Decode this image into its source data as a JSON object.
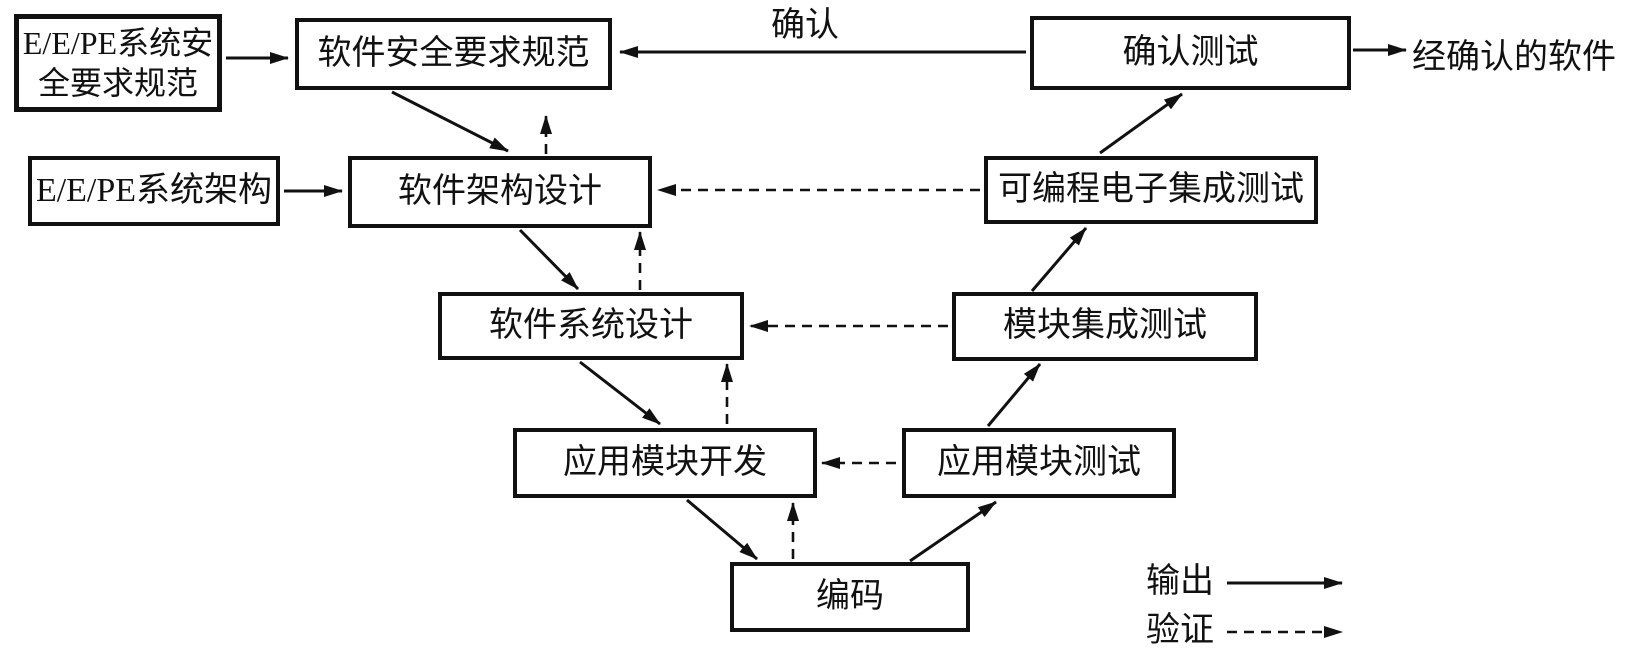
{
  "diagram_title": "software-safety-lifecycle-v-model",
  "nodes": {
    "eepe_system_safety_req": "E/E/PE系统安\n全要求规范",
    "sw_safety_req": "软件安全要求规范",
    "validation_test": "确认测试",
    "validated_software": "经确认的软件",
    "eepe_system_arch": "E/E/PE系统架构",
    "sw_arch_design": "软件架构设计",
    "pe_integration_test": "可编程电子集成测试",
    "sw_system_design": "软件系统设计",
    "module_integration_test": "模块集成测试",
    "app_module_dev": "应用模块开发",
    "app_module_test": "应用模块测试",
    "coding": "编码"
  },
  "edge_labels": {
    "validation": "确认"
  },
  "legend": {
    "output": "输出",
    "verification": "验证"
  },
  "colors": {
    "line": "#111111",
    "text": "#111111",
    "background": "#ffffff"
  }
}
